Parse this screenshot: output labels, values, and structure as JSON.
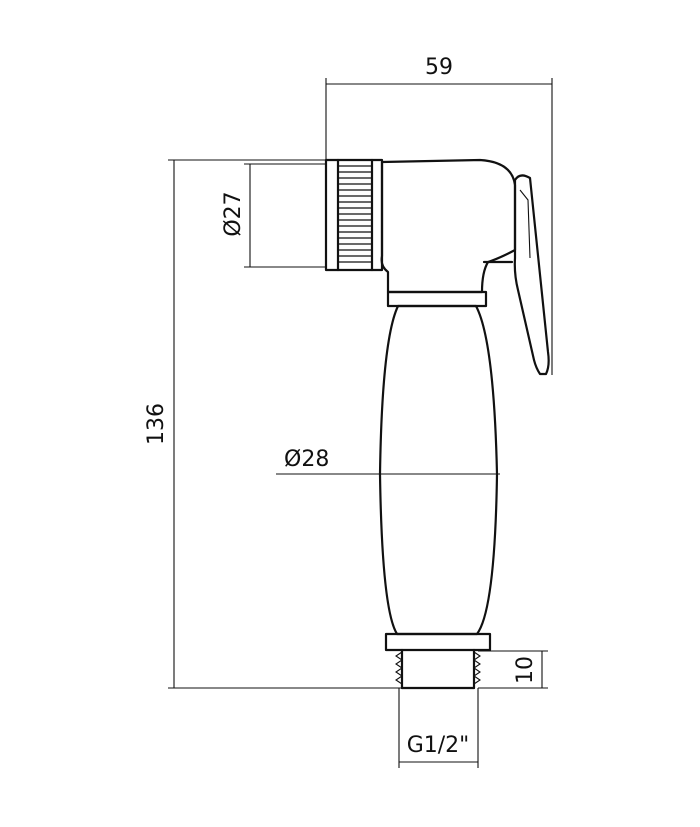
{
  "dimensions": {
    "width_label": "59",
    "height_label": "136",
    "inlet_diameter_label": "Ø27",
    "handle_diameter_label": "Ø28",
    "thread_length_label": "10",
    "thread_label": "G1/2\""
  },
  "colors": {
    "line": "#111111",
    "background": "#ffffff"
  }
}
